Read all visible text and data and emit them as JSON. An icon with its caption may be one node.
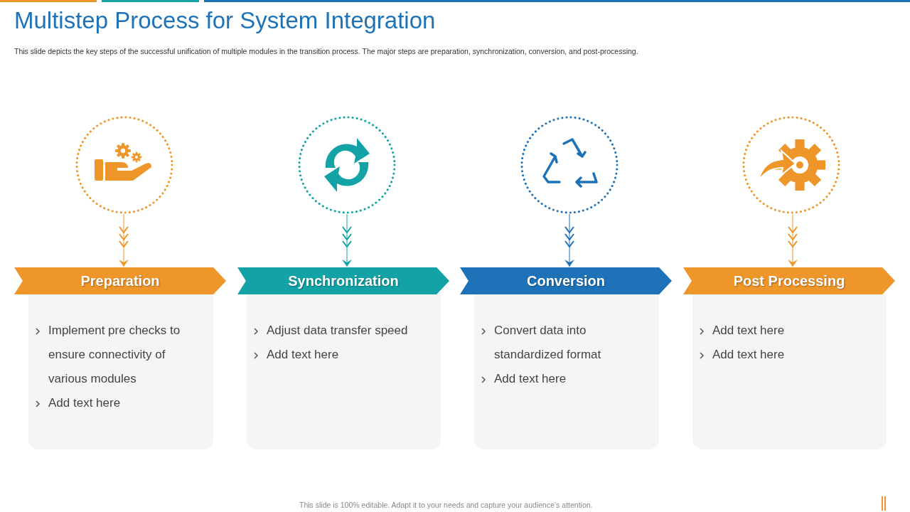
{
  "diagram": {
    "title": "Multistep Process for System Integration",
    "nodes": [
      {
        "text": [],
        "shape": "circle"
      },
      {
        "text": [],
        "shape": "circle"
      },
      {
        "text": [],
        "shape": "circle"
      },
      {
        "text": [],
        "shape": "circle"
      },
      {
        "text": [
          "Preparation"
        ]
      },
      {
        "text": [
          "Synchronization"
        ]
      },
      {
        "text": [
          "Conversion"
        ]
      },
      {
        "text": [
          "Post Processing"
        ]
      },
      {
        "text": [
          "Implement pre checks to ensure connectivity of various modules",
          "Add text here"
        ]
      },
      {
        "text": [
          "Adjust data transfer speed",
          "Add text here"
        ]
      },
      {
        "text": [
          "Convert data into standardized format",
          "Add text here"
        ]
      },
      {
        "text": [
          "Add text here",
          "Add text here"
        ]
      }
    ],
    "edges": [
      {
        "from": 0,
        "to": 4,
        "arrow": "to"
      },
      {
        "from": 1,
        "to": 5,
        "arrow": "to",
        "color": "#13a3a6"
      },
      {
        "from": 2,
        "to": 6,
        "arrow": "to",
        "color": "#1e73b8"
      },
      {
        "from": 3,
        "to": 7,
        "arrow": "to"
      }
    ],
    "labels": [
      "This slide depicts the key steps of the  successful unification of multiple modules in the transition process. The major steps are preparation, synchronization, conversion, and post-processing.",
      "This slide is 100% editable. Adapt it to your needs and capture your audience’s attention."
    ]
  }
}
